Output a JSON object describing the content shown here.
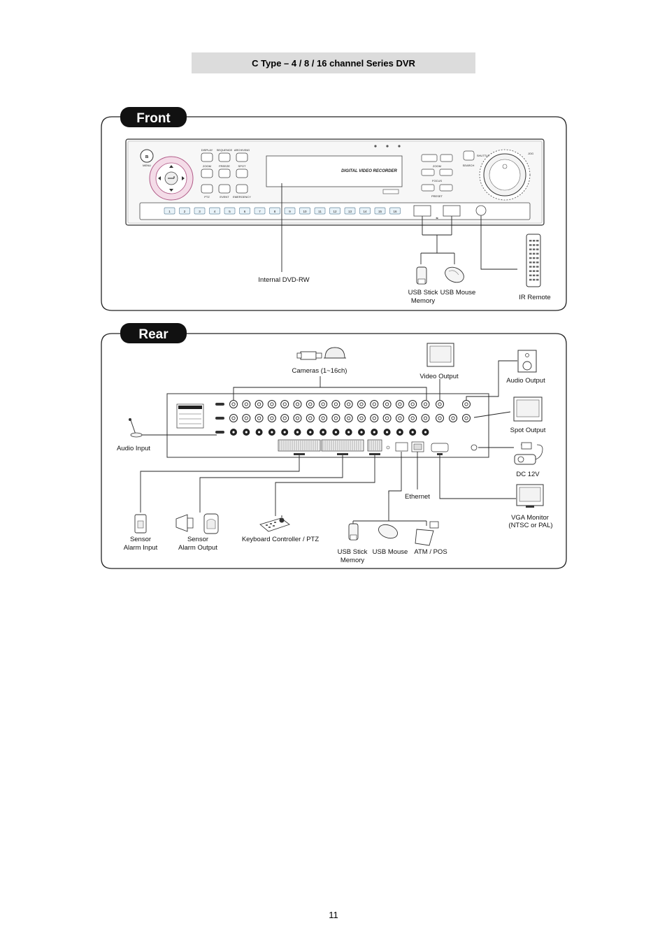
{
  "title": "C Type – 4 / 8 / 16 channel Series DVR",
  "page_number": "11",
  "front": {
    "tab": "Front",
    "device_text": "DIGITAL VIDEO RECORDER",
    "button_labels": [
      "DISPLAY",
      "SEQUENCE",
      "ARCHIVING",
      "ZOOM",
      "FREEZE",
      "SPOT",
      "PTZ",
      "EVENT",
      "EMERGENCY",
      "MENU",
      "SEARCH",
      "ZOOM",
      "FOCUS",
      "PRESET",
      "SHUTTLE",
      "JOG"
    ],
    "channel_buttons": [
      "1",
      "2",
      "3",
      "4",
      "5",
      "6",
      "7",
      "8",
      "9",
      "10",
      "11",
      "12",
      "13",
      "14",
      "15",
      "16"
    ],
    "labels": {
      "dvd": "Internal DVD-RW",
      "usb_stick": "USB Stick",
      "usb_stick_sub": "Memory",
      "usb_mouse": "USB Mouse",
      "ir_remote": "IR Remote"
    }
  },
  "rear": {
    "tab": "Rear",
    "labels": {
      "cameras": "Cameras (1~16ch)",
      "video_output": "Video Output",
      "audio_output": "Audio Output",
      "spot_output": "Spot Output",
      "audio_input": "Audio Input",
      "dc": "DC 12V",
      "ethernet": "Ethernet",
      "vga_monitor": "VGA Monitor",
      "vga_monitor_sub": "(NTSC or PAL)",
      "sensor_in": "Sensor",
      "sensor_in_sub": "Alarm Input",
      "sensor_out": "Sensor",
      "sensor_out_sub": "Alarm Output",
      "keyboard": "Keyboard Controller / PTZ",
      "usb_stick": "USB Stick",
      "usb_stick_sub": "Memory",
      "usb_mouse": "USB Mouse",
      "atm": "ATM / POS"
    }
  }
}
